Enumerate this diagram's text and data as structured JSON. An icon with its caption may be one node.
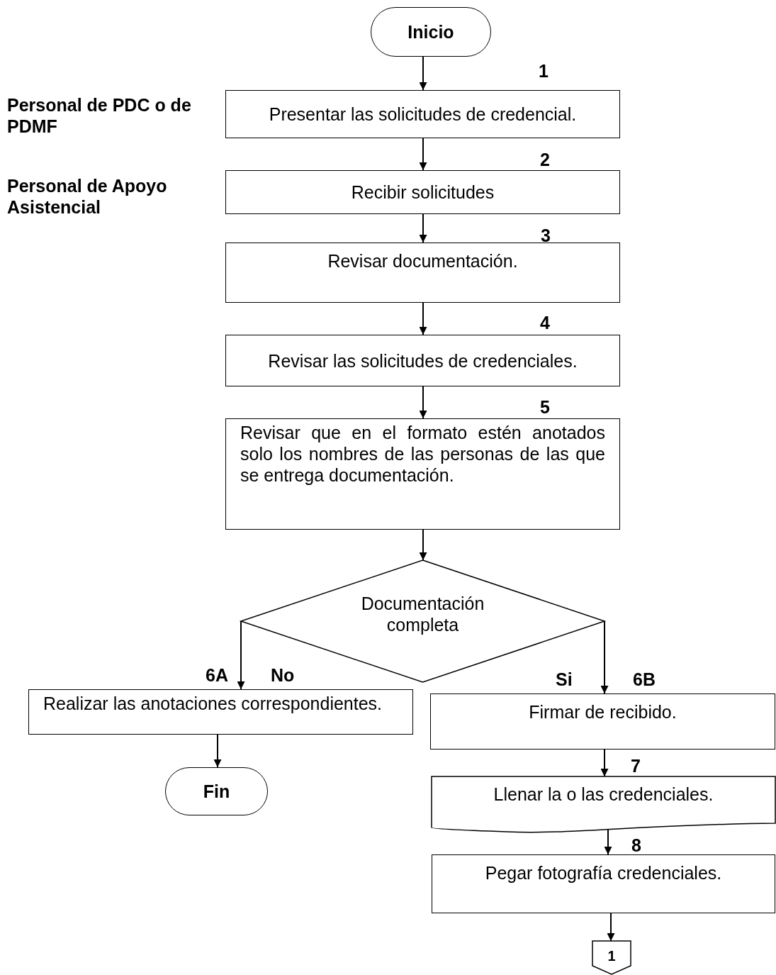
{
  "diagram": {
    "nodes": [
      {
        "text": [
          "Inicio"
        ]
      },
      {
        "text": [
          "Presentar las solicitudes de credencial."
        ],
        "beside": [
          "1"
        ]
      },
      {
        "text": [
          "Recibir solicitudes"
        ],
        "beside": [
          "2"
        ]
      },
      {
        "text": [
          "Revisar documentación."
        ],
        "beside": [
          "3"
        ]
      },
      {
        "text": [
          "Revisar las solicitudes de credenciales."
        ],
        "beside": [
          "4"
        ]
      },
      {
        "text": [
          "Revisar que en el formato estén anotados solo los nombres de las personas de las que se entrega documentación."
        ],
        "beside": [
          "5"
        ]
      },
      {
        "text": [
          "Documentación completa"
        ]
      },
      {
        "text": [
          "Realizar las anotaciones correspondientes."
        ],
        "beside": [
          "6A"
        ]
      },
      {
        "text": [
          "Fin"
        ]
      },
      {
        "text": [
          "Firmar de recibido."
        ],
        "beside": [
          "6B"
        ]
      },
      {
        "text": [
          "Llenar la o las credenciales."
        ],
        "beside": [
          "7"
        ]
      },
      {
        "text": [
          "Pegar fotografía credenciales."
        ],
        "beside": [
          "8"
        ]
      },
      {
        "text": [
          "1"
        ]
      }
    ],
    "edges": [
      {
        "from": 0,
        "to": 1,
        "arrow": "to"
      },
      {
        "from": 1,
        "to": 2,
        "arrow": "to"
      },
      {
        "from": 2,
        "to": 3,
        "arrow": "to"
      },
      {
        "from": 3,
        "to": 4,
        "arrow": "to"
      },
      {
        "from": 4,
        "to": 5,
        "arrow": "to"
      },
      {
        "from": 5,
        "to": 6,
        "arrow": "to"
      },
      {
        "from": 6,
        "to": 7,
        "label": "No",
        "arrow": "to"
      },
      {
        "from": 6,
        "to": 9,
        "label": "Si",
        "arrow": "to"
      },
      {
        "from": 7,
        "to": 8,
        "arrow": "to"
      },
      {
        "from": 9,
        "to": 10,
        "arrow": "to"
      },
      {
        "from": 10,
        "to": 11,
        "arrow": "to"
      },
      {
        "from": 11,
        "to": 12,
        "arrow": "to"
      }
    ],
    "labels": [
      "Personal de PDC o de PDMF",
      "Personal de Apoyo Asistencial"
    ]
  }
}
